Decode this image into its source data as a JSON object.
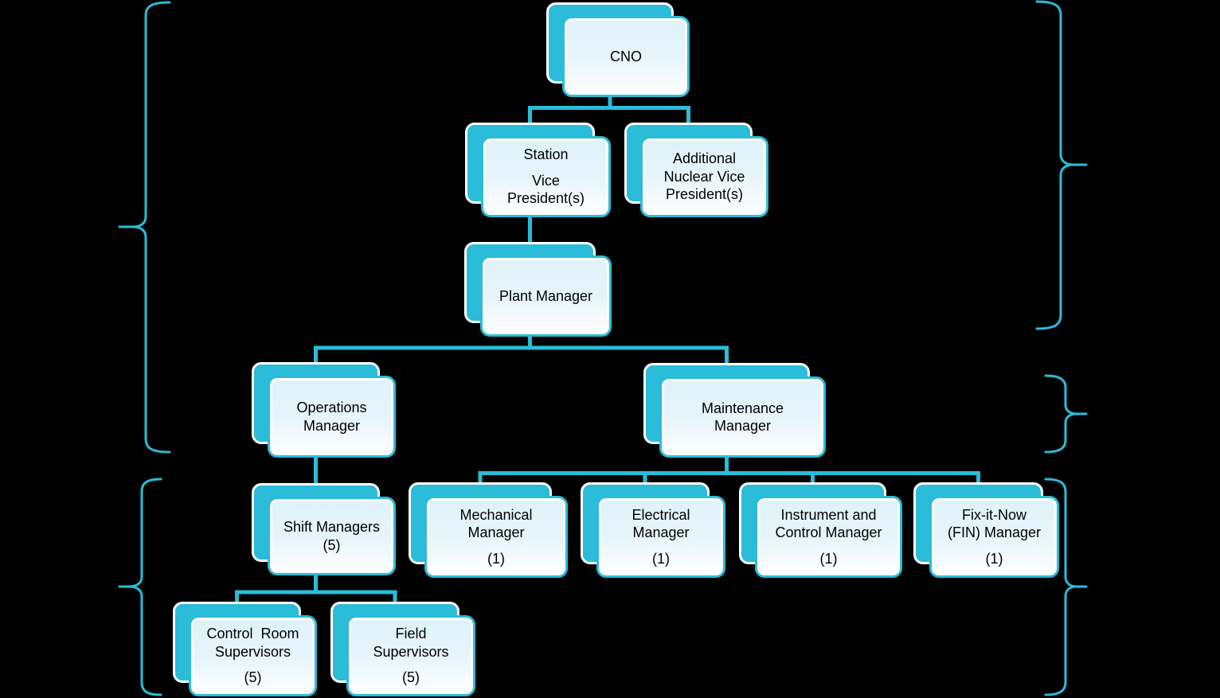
{
  "colors": {
    "background": "#000000",
    "accent_teal": "#2ABCD8",
    "card_fill_light": "#E4F4FA",
    "card_fill_white": "#FFFFFF",
    "shadow_outline": "#FFFFFF",
    "text": "#000000"
  },
  "org_chart": {
    "type": "organization-chart",
    "nodes": [
      {
        "id": "cno",
        "paragraphs": [
          "CNO"
        ]
      },
      {
        "id": "station-vice-presidents",
        "paragraphs": [
          "Station",
          "Vice\nPresident(s)"
        ]
      },
      {
        "id": "additional-nuclear-vice-presidents",
        "paragraphs": [
          "Additional\nNuclear Vice\nPresident(s)"
        ]
      },
      {
        "id": "plant-manager",
        "paragraphs": [
          "Plant Manager"
        ]
      },
      {
        "id": "operations-manager",
        "paragraphs": [
          "Operations\nManager"
        ]
      },
      {
        "id": "maintenance-manager",
        "paragraphs": [
          "Maintenance\nManager"
        ]
      },
      {
        "id": "shift-managers",
        "paragraphs": [
          "Shift Managers\n(5)"
        ]
      },
      {
        "id": "mechanical-manager",
        "paragraphs": [
          "Mechanical\nManager",
          "(1)"
        ]
      },
      {
        "id": "electrical-manager",
        "paragraphs": [
          "Electrical\nManager",
          "(1)"
        ]
      },
      {
        "id": "instrument-and-control-manager",
        "paragraphs": [
          "Instrument and\nControl Manager",
          "(1)"
        ]
      },
      {
        "id": "fix-it-now-fin-manager",
        "paragraphs": [
          "Fix-it-Now\n(FIN) Manager",
          "(1)"
        ]
      },
      {
        "id": "control-room-supervisors",
        "paragraphs": [
          "Control  Room\nSupervisors",
          "(5)"
        ]
      },
      {
        "id": "field-supervisors",
        "paragraphs": [
          "Field\nSupervisors",
          "(5)"
        ]
      }
    ],
    "edges": [
      [
        "cno",
        "station-vice-presidents"
      ],
      [
        "cno",
        "additional-nuclear-vice-presidents"
      ],
      [
        "station-vice-presidents",
        "plant-manager"
      ],
      [
        "plant-manager",
        "operations-manager"
      ],
      [
        "plant-manager",
        "maintenance-manager"
      ],
      [
        "operations-manager",
        "shift-managers"
      ],
      [
        "maintenance-manager",
        "mechanical-manager"
      ],
      [
        "maintenance-manager",
        "electrical-manager"
      ],
      [
        "maintenance-manager",
        "instrument-and-control-manager"
      ],
      [
        "maintenance-manager",
        "fix-it-now-fin-manager"
      ],
      [
        "shift-managers",
        "control-room-supervisors"
      ],
      [
        "shift-managers",
        "field-supervisors"
      ]
    ],
    "braces": [
      {
        "name": "left-upper-group-brace"
      },
      {
        "name": "left-lower-group-brace"
      },
      {
        "name": "right-upper-group-brace"
      },
      {
        "name": "right-middle-group-brace"
      },
      {
        "name": "right-lower-group-brace"
      }
    ]
  }
}
